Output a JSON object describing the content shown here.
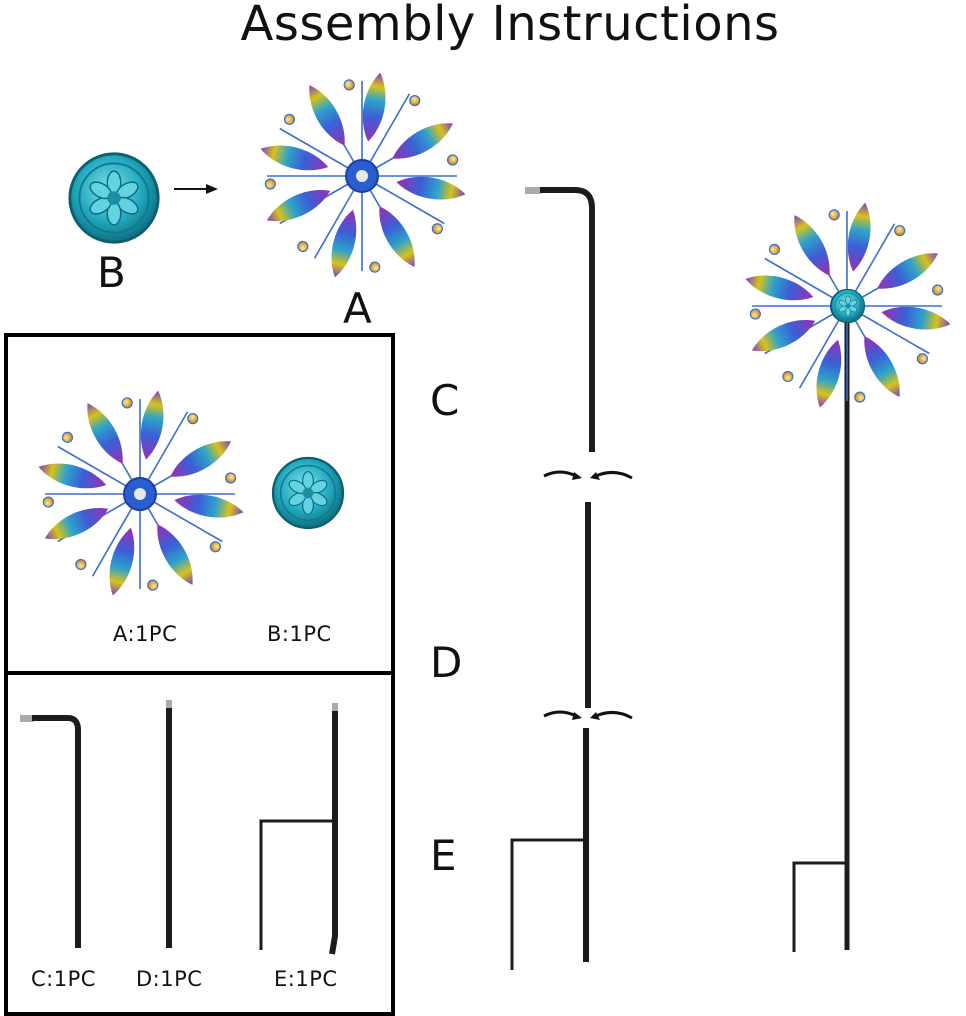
{
  "title": "Assembly Instructions",
  "labels": {
    "A": "A",
    "B": "B",
    "C": "C",
    "D": "D",
    "E": "E"
  },
  "parts_list": {
    "a": "A:1PC",
    "b": "B:1PC",
    "c": "C:1PC",
    "d": "D:1PC",
    "e": "E:1PC"
  },
  "colors": {
    "cap_teal": "#2bb0c4",
    "wire_blue": "#3a6fd0",
    "pole": "#1c1c1c",
    "gem_gold": "#e0a020"
  },
  "icons": [
    "wind-spinner-icon",
    "center-cap-icon",
    "arrow-right-icon",
    "rotate-arrows-icon",
    "pole-icon"
  ]
}
